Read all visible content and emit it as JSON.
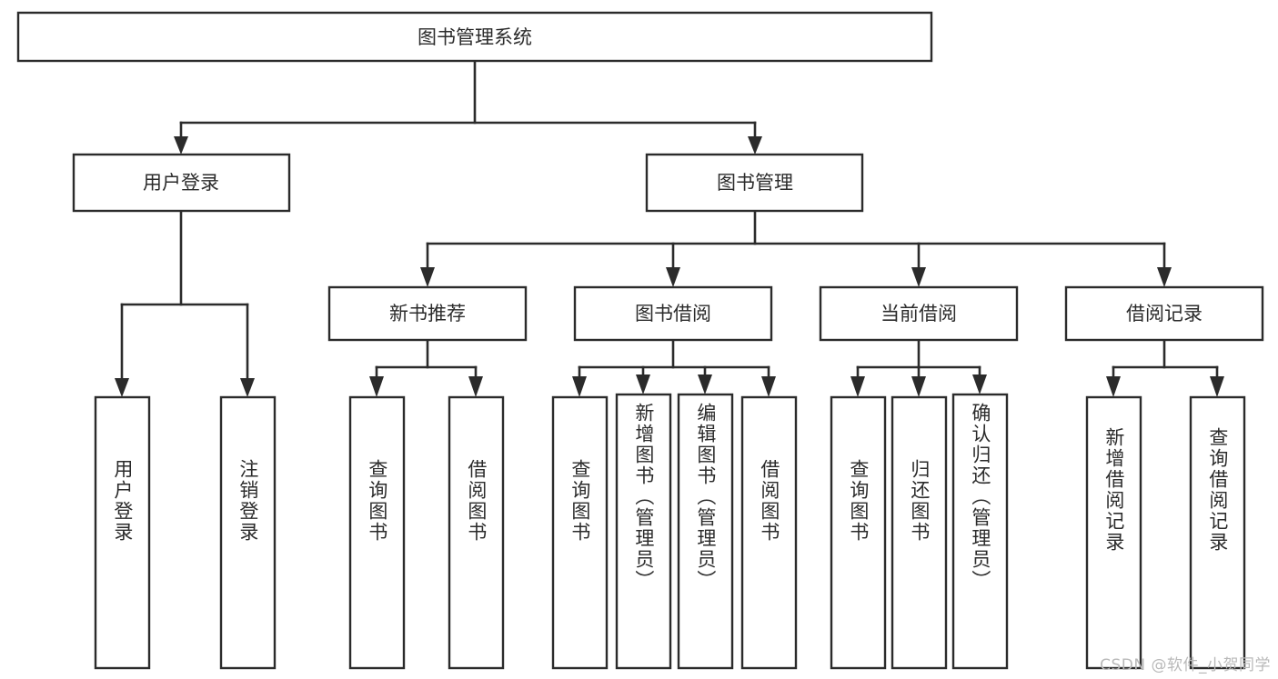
{
  "diagram": {
    "type": "tree-hierarchy",
    "title": "图书管理系统",
    "watermark": "CSDN @软件_小贺同学",
    "colors": {
      "box_stroke": "#2b2b2b",
      "box_fill": "#ffffff",
      "text": "#2b2b2b",
      "background": "#ffffff",
      "watermark": "#b9b9b9"
    },
    "levels": {
      "root": {
        "label": "图书管理系统"
      },
      "level2": [
        {
          "label": "用户登录"
        },
        {
          "label": "图书管理"
        }
      ],
      "level3": [
        {
          "label": "新书推荐"
        },
        {
          "label": "图书借阅"
        },
        {
          "label": "当前借阅"
        },
        {
          "label": "借阅记录"
        }
      ],
      "leaves": {
        "user_login": [
          {
            "label": "用户登录"
          },
          {
            "label": "注销登录"
          }
        ],
        "new_book_recommend": [
          {
            "label": "查询图书"
          },
          {
            "label": "借阅图书"
          }
        ],
        "book_borrow": [
          {
            "label": "查询图书"
          },
          {
            "label": "新增图书（管理员）"
          },
          {
            "label": "编辑图书（管理员）"
          },
          {
            "label": "借阅图书"
          }
        ],
        "current_borrow": [
          {
            "label": "查询图书"
          },
          {
            "label": "归还图书"
          },
          {
            "label": "确认归还（管理员）"
          }
        ],
        "borrow_record": [
          {
            "label": "新增借阅记录"
          },
          {
            "label": "查询借阅记录"
          }
        ]
      }
    }
  }
}
